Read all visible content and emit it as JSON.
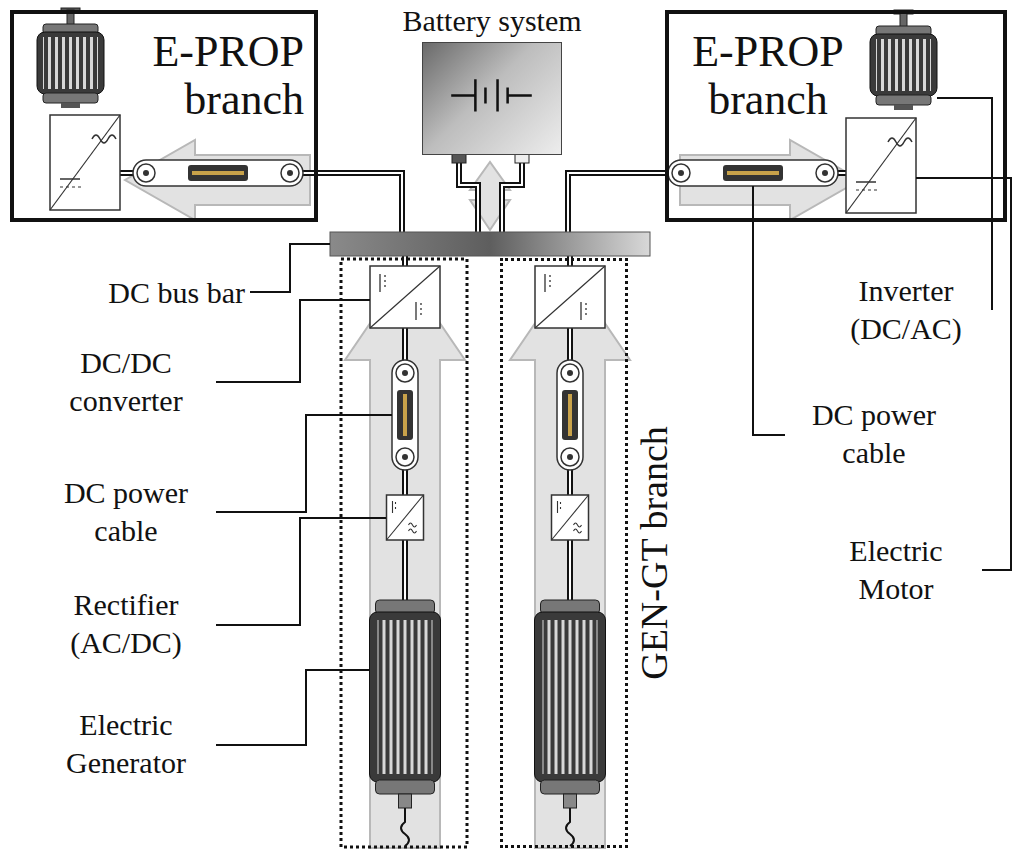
{
  "diagram": {
    "nodes": [
      {
        "text": [
          "E-PROP branch"
        ]
      },
      {
        "text": [
          "Battery system"
        ]
      },
      {
        "text": [
          "E-PROP branch"
        ]
      },
      {
        "text": [
          "GEN-GT branch"
        ]
      }
    ],
    "labels": [
      "DC bus bar",
      "DC/DC converter",
      "DC power cable",
      "Rectifier (AC/DC)",
      "Electric Generator",
      "Inverter (DC/AC)",
      "DC power cable",
      "Electric Motor"
    ]
  }
}
